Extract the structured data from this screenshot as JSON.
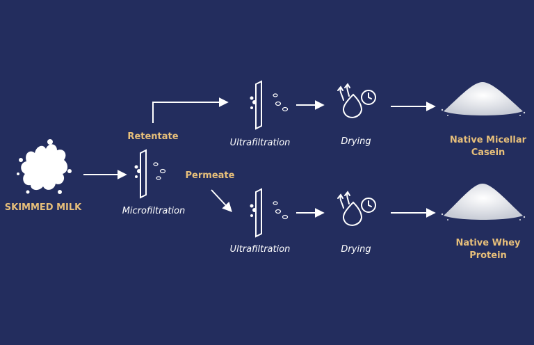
{
  "colors": {
    "background": "#232d5e",
    "line": "#ffffff",
    "accent_text": "#e7bf7a"
  },
  "labels": {
    "skimmed_milk": "SKIMMED MILK",
    "microfiltration": "Microfiltration",
    "retentate": "Retentate",
    "permeate": "Permeate",
    "ultrafiltration_top": "Ultrafiltration",
    "ultrafiltration_bottom": "Ultrafiltration",
    "drying_top": "Drying",
    "drying_bottom": "Drying",
    "casein_line1": "Native Micellar",
    "casein_line2": "Casein",
    "whey_line1": "Native Whey",
    "whey_line2": "Protein"
  },
  "icons": [
    "milk-splash-icon",
    "membrane-filter-icon",
    "drying-icon",
    "powder-pile-icon"
  ]
}
